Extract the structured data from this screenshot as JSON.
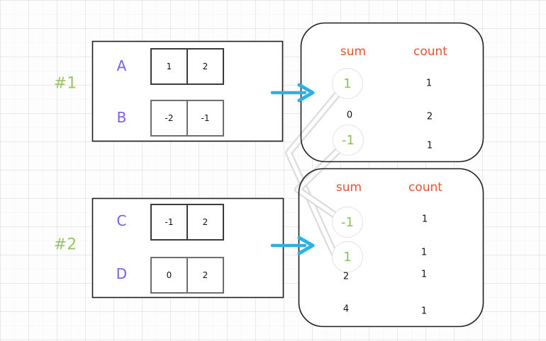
{
  "diagram": {
    "groups": [
      {
        "tag": "#1",
        "rows": [
          {
            "label": "A",
            "cells": [
              "1",
              "2"
            ]
          },
          {
            "label": "B",
            "cells": [
              "-2",
              "-1"
            ]
          }
        ]
      },
      {
        "tag": "#2",
        "rows": [
          {
            "label": "C",
            "cells": [
              "-1",
              "2"
            ]
          },
          {
            "label": "D",
            "cells": [
              "0",
              "2"
            ]
          }
        ]
      }
    ],
    "tables": [
      {
        "sum_header": "sum",
        "count_header": "count",
        "rows": [
          {
            "sum": "1",
            "count": "1",
            "highlighted": true
          },
          {
            "sum": "0",
            "count": "2",
            "highlighted": false
          },
          {
            "sum": "-1",
            "count": "1",
            "highlighted": true
          }
        ]
      },
      {
        "sum_header": "sum",
        "count_header": "count",
        "rows": [
          {
            "sum": "-1",
            "count": "1",
            "highlighted": true
          },
          {
            "sum": "1",
            "count": "1",
            "highlighted": true
          },
          {
            "sum": "2",
            "count": "1",
            "highlighted": false
          },
          {
            "sum": "4",
            "count": "1",
            "highlighted": false
          }
        ]
      }
    ],
    "connections": [
      {
        "from": "table1 sum 1",
        "to": "table2 sum 1"
      },
      {
        "from": "table1 sum -1",
        "to": "table2 sum -1"
      }
    ],
    "colors": {
      "row_label": "#7b5ce5",
      "group_tag": "#9bc46a",
      "table_header": "#e8542f",
      "highlighted_value": "#8cc152",
      "arrow": "#2cb1e4",
      "connector": "#dcdcdc",
      "box_border": "#1f1f1f"
    }
  }
}
